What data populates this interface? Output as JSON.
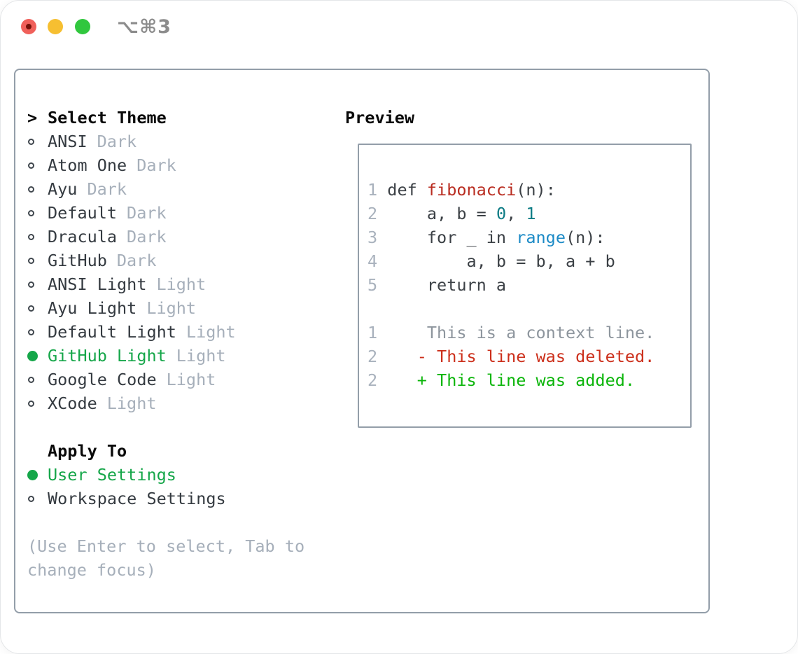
{
  "window": {
    "title": "⌥⌘3"
  },
  "colors": {
    "traffic_red": "#f0605a",
    "traffic_red_dot": "#751209",
    "traffic_yellow": "#f6bf31",
    "traffic_green": "#31c73e",
    "title_gray": "#8c8c8c",
    "panel_border": "#939ea9",
    "accent_green": "#15a649",
    "text_primary": "#343a40",
    "text_muted": "#a6afba",
    "header_black": "#0a0a0a",
    "code_fg": "#3b4045",
    "code_red": "#b92d21",
    "code_teal": "#0d7c85",
    "code_blue": "#1b8ac6",
    "diff_context": "#8d959d",
    "diff_deleted": "#cc2f1b",
    "diff_added": "#0bb50a",
    "line_number": "#a9b2bd"
  },
  "theme_picker": {
    "prompt": ">",
    "header": "Select Theme",
    "themes": [
      {
        "name": "ANSI",
        "tag": "Dark",
        "selected": false
      },
      {
        "name": "Atom One",
        "tag": "Dark",
        "selected": false
      },
      {
        "name": "Ayu",
        "tag": "Dark",
        "selected": false
      },
      {
        "name": "Default",
        "tag": "Dark",
        "selected": false
      },
      {
        "name": "Dracula",
        "tag": "Dark",
        "selected": false
      },
      {
        "name": "GitHub",
        "tag": "Dark",
        "selected": false
      },
      {
        "name": "ANSI Light",
        "tag": "Light",
        "selected": false
      },
      {
        "name": "Ayu Light",
        "tag": "Light",
        "selected": false
      },
      {
        "name": "Default Light",
        "tag": "Light",
        "selected": false
      },
      {
        "name": "GitHub Light",
        "tag": "Light",
        "selected": true
      },
      {
        "name": "Google Code",
        "tag": "Light",
        "selected": false
      },
      {
        "name": "XCode",
        "tag": "Light",
        "selected": false
      }
    ],
    "apply_to": {
      "header": "Apply To",
      "options": [
        {
          "name": "User Settings",
          "selected": true
        },
        {
          "name": "Workspace Settings",
          "selected": false
        }
      ]
    },
    "hint_lines": [
      "(Use Enter to select, Tab to",
      "change focus)"
    ]
  },
  "preview": {
    "header": "Preview",
    "code_lines": [
      {
        "segments": [
          [
            "1",
            "num"
          ],
          [
            " def ",
            "fg"
          ],
          [
            "fibonacci",
            "red"
          ],
          [
            "(n):",
            "fg"
          ]
        ]
      },
      {
        "segments": [
          [
            "2",
            "num"
          ],
          [
            "     a, b = ",
            "fg"
          ],
          [
            "0",
            "teal"
          ],
          [
            ", ",
            "fg"
          ],
          [
            "1",
            "teal"
          ]
        ]
      },
      {
        "segments": [
          [
            "3",
            "num"
          ],
          [
            "     for _ in ",
            "fg"
          ],
          [
            "range",
            "blue"
          ],
          [
            "(n):",
            "fg"
          ]
        ]
      },
      {
        "segments": [
          [
            "4",
            "num"
          ],
          [
            "         a, b = b, a + b",
            "fg"
          ]
        ]
      },
      {
        "segments": [
          [
            "5",
            "num"
          ],
          [
            "     return a",
            "fg"
          ]
        ]
      },
      {
        "segments": []
      },
      {
        "segments": [
          [
            "1",
            "num"
          ],
          [
            "     ",
            "fg"
          ],
          [
            "This is a context line.",
            "ctx"
          ]
        ]
      },
      {
        "segments": [
          [
            "2",
            "num"
          ],
          [
            "    ",
            "fg"
          ],
          [
            "- This line was deleted.",
            "del"
          ]
        ]
      },
      {
        "segments": [
          [
            "2",
            "num"
          ],
          [
            "    ",
            "fg"
          ],
          [
            "+ This line was added.",
            "add"
          ]
        ]
      }
    ]
  }
}
